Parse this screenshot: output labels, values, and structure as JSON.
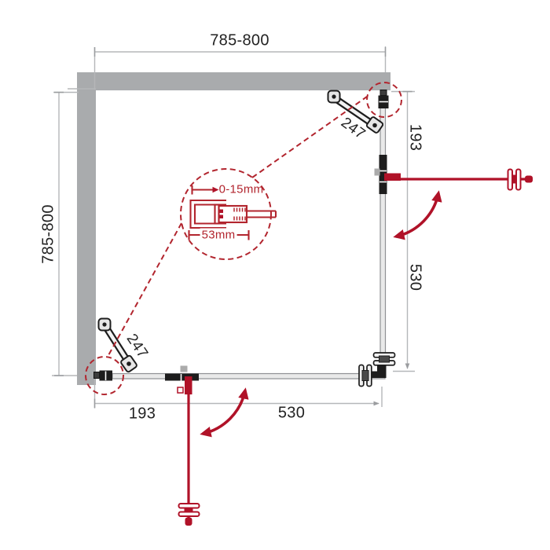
{
  "title": "Corner shower enclosure installation diagram",
  "colors": {
    "accent_red": "#b01228",
    "detail_red": "#b2252e",
    "wall_gray": "#a9abad",
    "hardware_black": "#1d1d1d",
    "dim_line_gray": "#b5b7b9",
    "tick_gray": "#9b9da0",
    "glass_fill": "#e9e9e9",
    "glass_stroke": "#8f9194",
    "text_color": "#222222"
  },
  "dimensions": {
    "top_width": "785-800",
    "left_height": "785-800",
    "right_upper_segment": "193",
    "right_lower_segment": "530",
    "bottom_left_segment": "193",
    "bottom_right_segment": "530",
    "support_bar_top": "247",
    "support_bar_bottom": "247"
  },
  "detail": {
    "adjustment_range": "0-15mm",
    "profile_width": "53mm"
  }
}
